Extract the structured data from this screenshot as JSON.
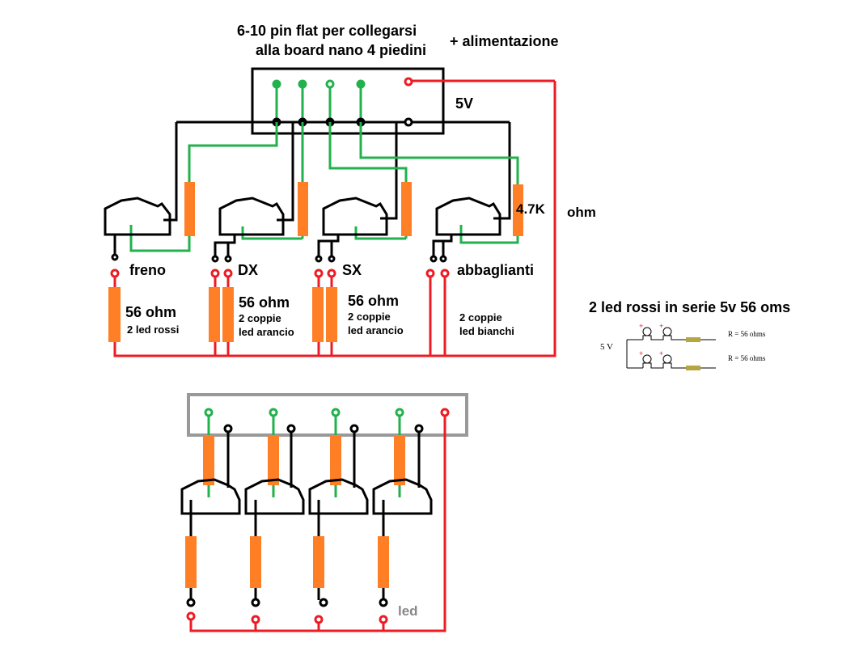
{
  "colors": {
    "wire_black": "#000000",
    "wire_green": "#22b14c",
    "wire_red": "#ed1c24",
    "resistor": "#ff7f27",
    "connector_grey": "#888888",
    "small_resistor": "#b5a642"
  },
  "header": {
    "line1": "6-10  pin flat  per collegarsi",
    "line2": "alla board nano 4 piedini",
    "alimentazione": "+ alimentazione",
    "voltage": "5V"
  },
  "resistor_pullup": {
    "value": "4.7K",
    "unit": "ohm"
  },
  "channels": [
    {
      "name": "freno",
      "resistor": "56 ohm",
      "leds": "2 led rossi",
      "leds2": ""
    },
    {
      "name": "DX",
      "resistor": "56 ohm",
      "leds": "2 coppie",
      "leds2": "led arancio"
    },
    {
      "name": "SX",
      "resistor": "56 ohm",
      "leds": "2 coppie",
      "leds2": "led arancio"
    },
    {
      "name": "abbaglianti",
      "resistor": "",
      "leds": "2 coppie",
      "leds2": "led bianchi"
    }
  ],
  "side_note": {
    "title": "2 led rossi in serie 5v 56 oms",
    "voltage": "5 V",
    "r1": "R = 56 ohms",
    "r2": "R = 56 ohms"
  },
  "bottom": {
    "label": "led"
  }
}
